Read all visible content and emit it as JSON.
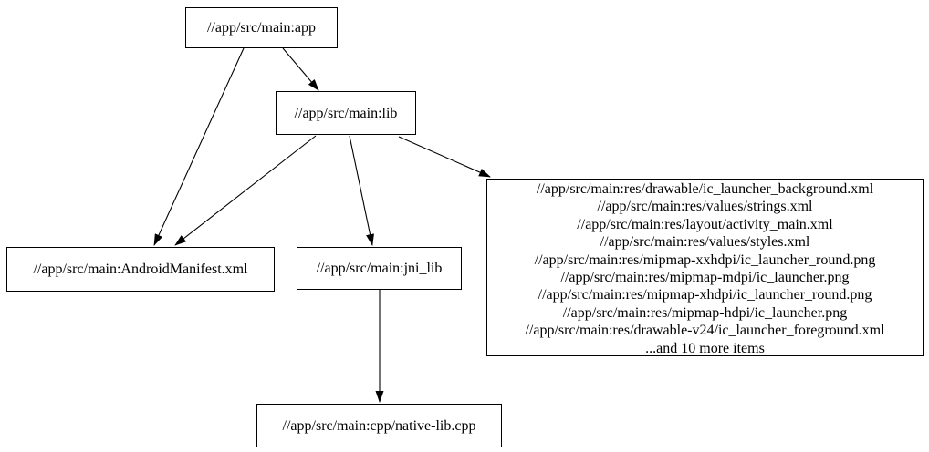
{
  "graph": {
    "background_color": "#ffffff",
    "node_border_color": "#000000",
    "text_color": "#000000",
    "nodes": {
      "app": {
        "label": "//app/src/main:app"
      },
      "lib": {
        "label": "//app/src/main:lib"
      },
      "manifest": {
        "label": "//app/src/main:AndroidManifest.xml"
      },
      "jni_lib": {
        "label": "//app/src/main:jni_lib"
      },
      "cpp": {
        "label": "//app/src/main:cpp/native-lib.cpp"
      },
      "res": {
        "lines": [
          "//app/src/main:res/drawable/ic_launcher_background.xml",
          "//app/src/main:res/values/strings.xml",
          "//app/src/main:res/layout/activity_main.xml",
          "//app/src/main:res/values/styles.xml",
          "//app/src/main:res/mipmap-xxhdpi/ic_launcher_round.png",
          "//app/src/main:res/mipmap-mdpi/ic_launcher.png",
          "//app/src/main:res/mipmap-xhdpi/ic_launcher_round.png",
          "//app/src/main:res/mipmap-hdpi/ic_launcher.png",
          "//app/src/main:res/drawable-v24/ic_launcher_foreground.xml",
          "...and 10 more items"
        ]
      }
    },
    "edges": [
      {
        "from": "//app/src/main:app",
        "to": "//app/src/main:lib"
      },
      {
        "from": "//app/src/main:app",
        "to": "//app/src/main:AndroidManifest.xml"
      },
      {
        "from": "//app/src/main:lib",
        "to": "//app/src/main:AndroidManifest.xml"
      },
      {
        "from": "//app/src/main:lib",
        "to": "//app/src/main:jni_lib"
      },
      {
        "from": "//app/src/main:lib",
        "to": "res file group"
      },
      {
        "from": "//app/src/main:jni_lib",
        "to": "//app/src/main:cpp/native-lib.cpp"
      }
    ]
  }
}
